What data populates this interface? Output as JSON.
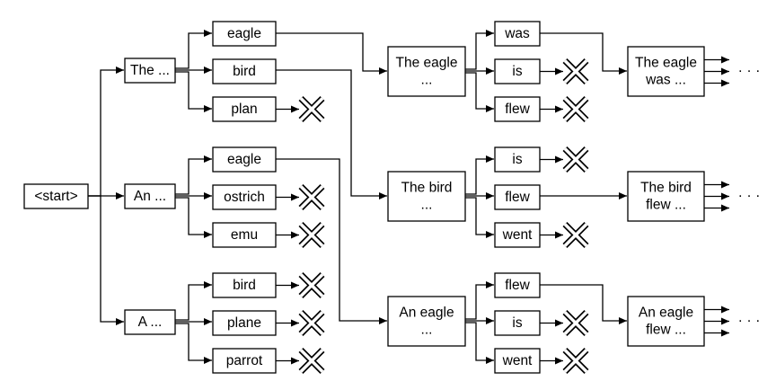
{
  "nodes": {
    "start": [
      "<start>"
    ],
    "the": [
      "The ..."
    ],
    "an": [
      "An ..."
    ],
    "a": [
      "A ..."
    ],
    "the_eagle_w": [
      "eagle"
    ],
    "the_bird_w": [
      "bird"
    ],
    "the_plan_w": [
      "plan"
    ],
    "an_eagle_w": [
      "eagle"
    ],
    "an_ostrich_w": [
      "ostrich"
    ],
    "an_emu_w": [
      "emu"
    ],
    "a_bird_w": [
      "bird"
    ],
    "a_plane_w": [
      "plane"
    ],
    "a_parrot_w": [
      "parrot"
    ],
    "the_eagle": [
      "The eagle",
      "..."
    ],
    "the_bird": [
      "The bird",
      "..."
    ],
    "an_eagle": [
      "An eagle",
      "..."
    ],
    "te_was": [
      "was"
    ],
    "te_is": [
      "is"
    ],
    "te_flew": [
      "flew"
    ],
    "tb_is": [
      "is"
    ],
    "tb_flew": [
      "flew"
    ],
    "tb_went": [
      "went"
    ],
    "ae_flew": [
      "flew"
    ],
    "ae_is": [
      "is"
    ],
    "ae_went": [
      "went"
    ],
    "the_eagle_was": [
      "The eagle",
      "was ..."
    ],
    "the_bird_flew": [
      "The bird",
      "flew ..."
    ],
    "an_eagle_flew": [
      "An eagle",
      "flew ..."
    ]
  },
  "rejected": [
    "the_plan_w",
    "an_ostrich_w",
    "an_emu_w",
    "a_bird_w",
    "a_plane_w",
    "a_parrot_w",
    "te_is",
    "te_flew",
    "tb_is",
    "tb_went",
    "ae_is",
    "ae_went"
  ],
  "fanout": [
    "the_eagle_was",
    "the_bird_flew",
    "an_eagle_flew"
  ],
  "ellipsis": "· · ·",
  "edges": [
    [
      "start",
      "the"
    ],
    [
      "start",
      "an"
    ],
    [
      "start",
      "a"
    ],
    [
      "the",
      "the_eagle_w"
    ],
    [
      "the",
      "the_bird_w"
    ],
    [
      "the",
      "the_plan_w"
    ],
    [
      "an",
      "an_eagle_w"
    ],
    [
      "an",
      "an_ostrich_w"
    ],
    [
      "an",
      "an_emu_w"
    ],
    [
      "a",
      "a_bird_w"
    ],
    [
      "a",
      "a_plane_w"
    ],
    [
      "a",
      "a_parrot_w"
    ],
    [
      "the_eagle_w",
      "the_eagle"
    ],
    [
      "the_bird_w",
      "the_bird"
    ],
    [
      "an_eagle_w",
      "an_eagle"
    ],
    [
      "the_eagle",
      "te_was"
    ],
    [
      "the_eagle",
      "te_is"
    ],
    [
      "the_eagle",
      "te_flew"
    ],
    [
      "the_bird",
      "tb_is"
    ],
    [
      "the_bird",
      "tb_flew"
    ],
    [
      "the_bird",
      "tb_went"
    ],
    [
      "an_eagle",
      "ae_flew"
    ],
    [
      "an_eagle",
      "ae_is"
    ],
    [
      "an_eagle",
      "ae_went"
    ],
    [
      "te_was",
      "the_eagle_was"
    ],
    [
      "tb_flew",
      "the_bird_flew"
    ],
    [
      "ae_flew",
      "an_eagle_flew"
    ]
  ]
}
